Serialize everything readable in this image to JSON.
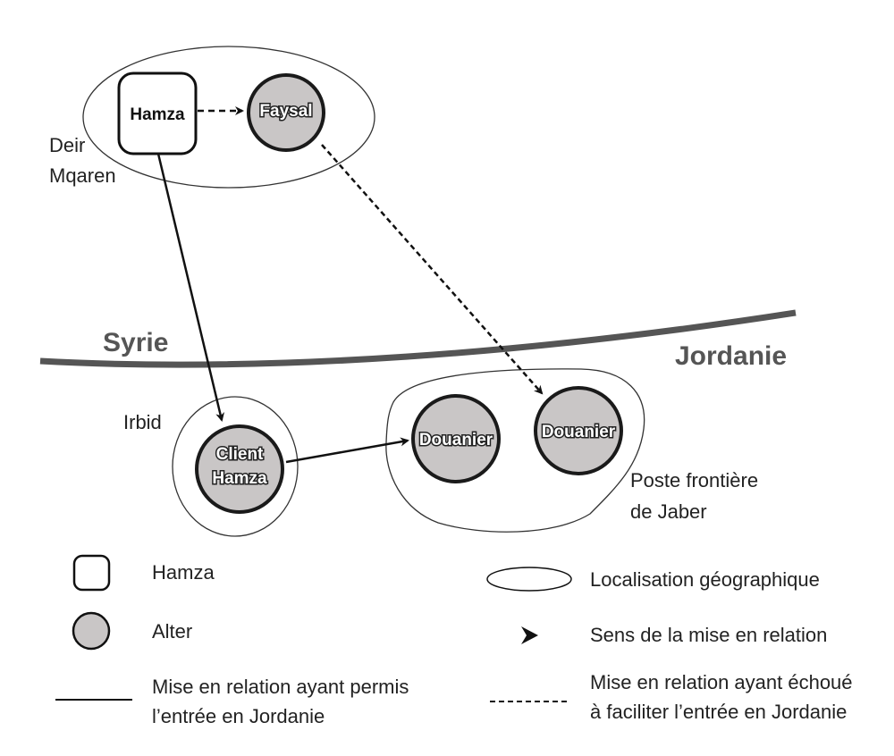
{
  "diagram": {
    "zones": {
      "deir_mqaren": [
        "Deir",
        "Mqaren"
      ],
      "irbid": "Irbid",
      "jaber": [
        "Poste frontière",
        "de Jaber"
      ]
    },
    "countries": {
      "north": "Syrie",
      "south": "Jordanie"
    },
    "nodes": {
      "hamza": "Hamza",
      "faysal": "Faysal",
      "client_hamza": [
        "Client",
        "Hamza"
      ],
      "douanier_1": "Douanier",
      "douanier_2": "Douanier"
    },
    "edges": [
      {
        "from": "Hamza",
        "to": "Faysal",
        "style": "dashed"
      },
      {
        "from": "Hamza",
        "to": "Client Hamza",
        "style": "solid"
      },
      {
        "from": "Faysal",
        "to": "Douanier 2",
        "style": "dashed"
      },
      {
        "from": "Client Hamza",
        "to": "Douanier 1",
        "style": "solid"
      }
    ]
  },
  "legend": {
    "hamza": "Hamza",
    "alter": "Alter",
    "solid": [
      "Mise en relation ayant permis",
      "l’entrée en Jordanie"
    ],
    "zone": "Localisation géographique",
    "direction": "Sens de la mise en relation",
    "dashed": [
      "Mise en relation ayant échoué",
      "à faciliter l’entrée en Jordanie"
    ]
  },
  "colors": {
    "alter_fill": "#c9c6c6",
    "border": "#555555"
  }
}
